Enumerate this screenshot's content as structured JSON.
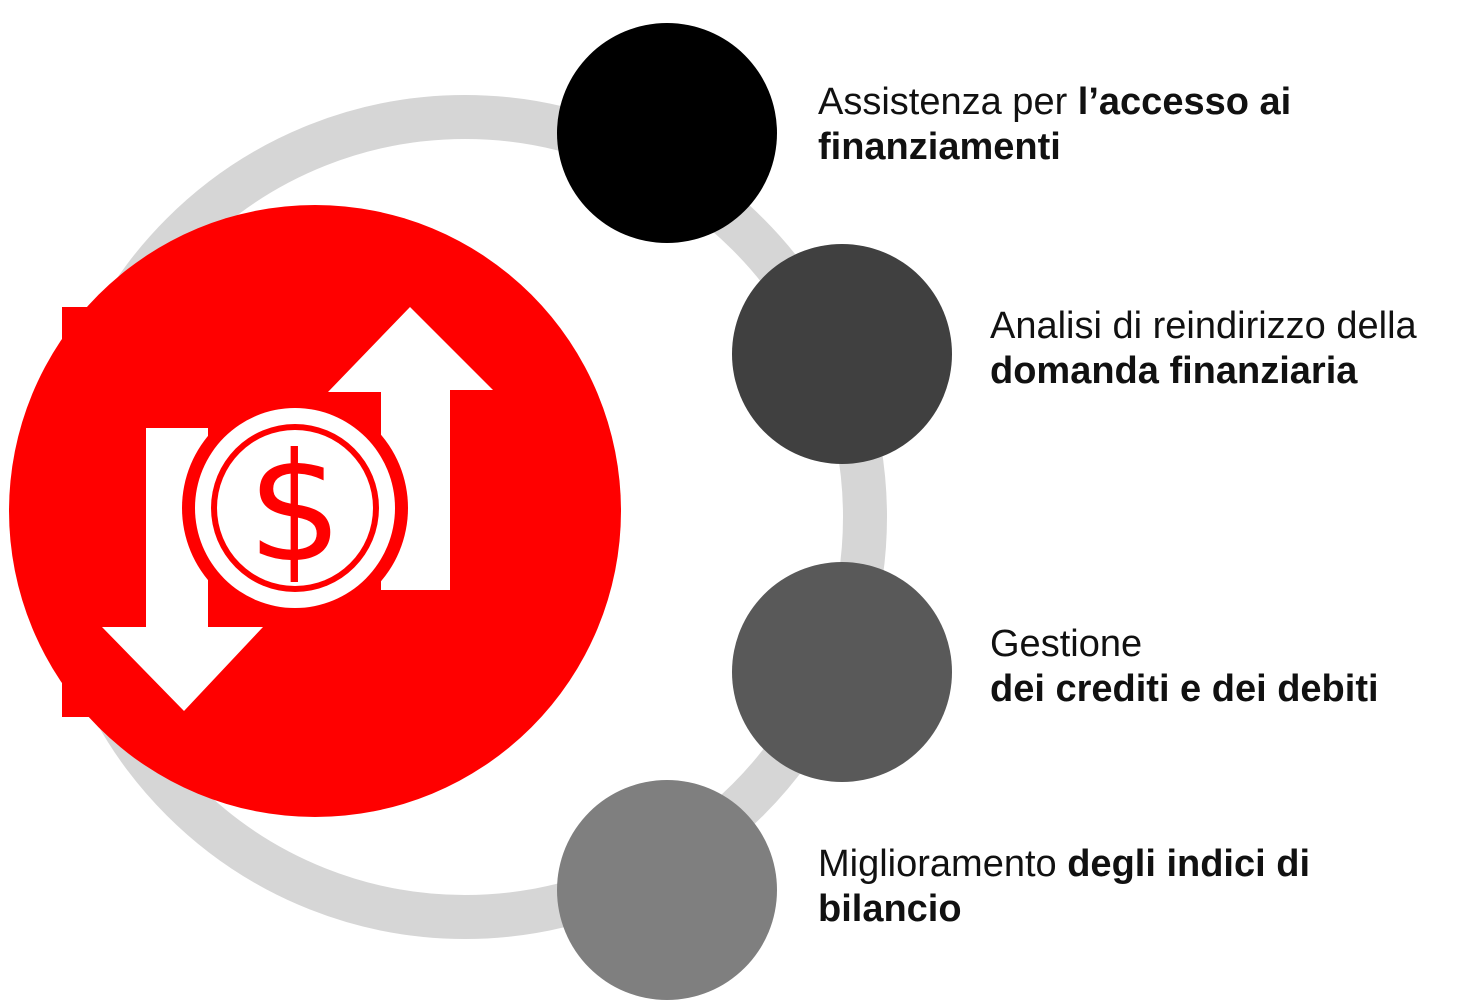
{
  "colors": {
    "accent": "#ff0000",
    "arc": "#d6d6d6",
    "icon": "#ffffff",
    "item_circles": [
      "#000000",
      "#404040",
      "#595959",
      "#7f7f7f"
    ]
  },
  "icon_name": "dollar-up-down-arrows-icon",
  "items": [
    {
      "line1_normal": "Assistenza per ",
      "line1_bold": "l’accesso ai",
      "line2_normal": "",
      "line2_bold": "finanziamenti"
    },
    {
      "line1_normal": "Analisi di reindirizzo della",
      "line1_bold": "",
      "line2_normal": "",
      "line2_bold": "domanda finanziaria"
    },
    {
      "line1_normal": "Gestione",
      "line1_bold": "",
      "line2_normal": "",
      "line2_bold": "dei crediti e dei debiti"
    },
    {
      "line1_normal": "Miglioramento ",
      "line1_bold": "degli indici di",
      "line2_normal": "",
      "line2_bold": "bilancio"
    }
  ]
}
